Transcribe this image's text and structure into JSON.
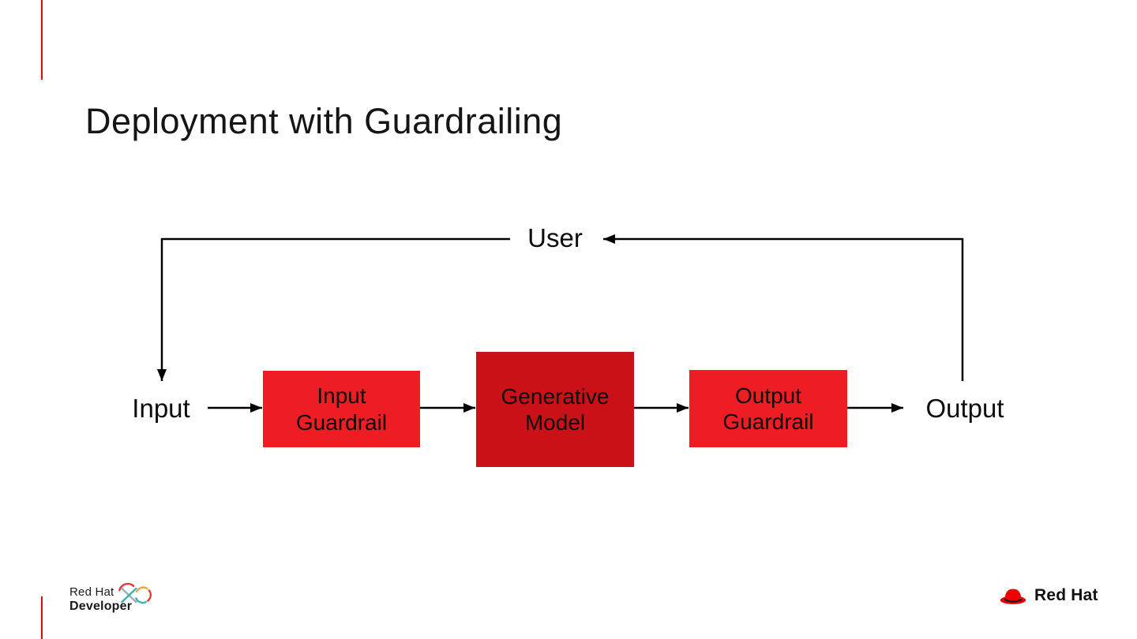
{
  "slide": {
    "title": "Deployment with Guardrailing"
  },
  "diagram": {
    "user_label": "User",
    "input_label": "Input",
    "output_label": "Output",
    "boxes": [
      {
        "id": "input-guardrail",
        "label_line1": "Input",
        "label_line2": "Guardrail",
        "color": "#ee1c23"
      },
      {
        "id": "generative-model",
        "label_line1": "Generative",
        "label_line2": "Model",
        "color": "#ca1117"
      },
      {
        "id": "output-guardrail",
        "label_line1": "Output",
        "label_line2": "Guardrail",
        "color": "#ee1c23"
      }
    ],
    "connector_color": "#000000"
  },
  "footer": {
    "developer_logo": {
      "line1": "Red Hat",
      "line2": "Developer"
    },
    "redhat_logo_text": "Red Hat"
  },
  "colors": {
    "accent_red": "#ee0000",
    "title_text": "#151515",
    "background": "#ffffff"
  }
}
